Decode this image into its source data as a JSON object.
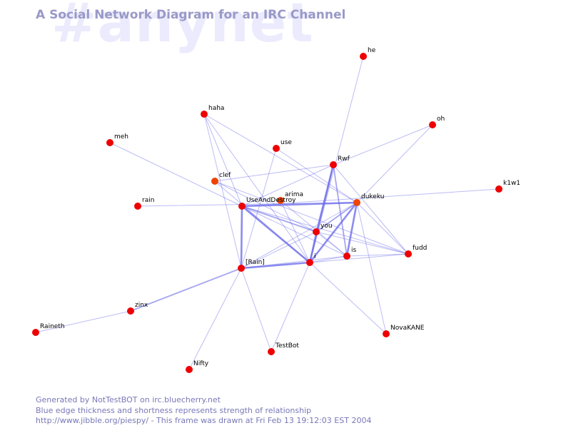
{
  "channel_name": "#anynet",
  "title": "A Social Network Diagram for an IRC Channel",
  "footer": {
    "line1": "Generated by NotTestBOT on irc.bluecherry.net",
    "line2": "Blue edge thickness and shortness represents strength of relationship",
    "line3": "http://www.jibble.org/piespy/ - This frame was drawn at Fri Feb 13 19:12:03 EST 2004"
  },
  "colors": {
    "node": "#ee0000",
    "node_active": "#ee4400",
    "edge": "#6b6bea",
    "title": "#9999c8",
    "watermark": "#ebebfd",
    "footer": "#7878b8"
  },
  "nodes": [
    {
      "id": "he",
      "label": "he"
    },
    {
      "id": "haha",
      "label": "haha"
    },
    {
      "id": "oh",
      "label": "oh"
    },
    {
      "id": "meh",
      "label": "meh"
    },
    {
      "id": "use",
      "label": "use"
    },
    {
      "id": "Rwf",
      "label": "Rwf"
    },
    {
      "id": "clef",
      "label": "clef",
      "active": true
    },
    {
      "id": "arima",
      "label": "arima",
      "active": true
    },
    {
      "id": "k1w1",
      "label": "k1w1"
    },
    {
      "id": "rain",
      "label": "rain"
    },
    {
      "id": "UseAndDestroy",
      "label": "UseAndDestroy"
    },
    {
      "id": "dukeku",
      "label": "dukeku",
      "active": true
    },
    {
      "id": "you",
      "label": "you"
    },
    {
      "id": "fudd",
      "label": "fudd"
    },
    {
      "id": "is",
      "label": "is"
    },
    {
      "id": "Rain",
      "label": "[Rain]"
    },
    {
      "id": "i",
      "label": "i"
    },
    {
      "id": "zinx",
      "label": "zinx"
    },
    {
      "id": "Raineth",
      "label": "Raineth"
    },
    {
      "id": "NovaKANE",
      "label": "NovaKANE"
    },
    {
      "id": "TestBot",
      "label": "TestBot"
    },
    {
      "id": "Nifty",
      "label": "Nifty"
    }
  ],
  "edges": [
    {
      "source": "he",
      "target": "i",
      "weight": 1
    },
    {
      "source": "oh",
      "target": "Rwf",
      "weight": 1
    },
    {
      "source": "oh",
      "target": "dukeku",
      "weight": 1
    },
    {
      "source": "meh",
      "target": "UseAndDestroy",
      "weight": 1
    },
    {
      "source": "haha",
      "target": "UseAndDestroy",
      "weight": 1
    },
    {
      "source": "haha",
      "target": "dukeku",
      "weight": 1
    },
    {
      "source": "haha",
      "target": "i",
      "weight": 1
    },
    {
      "source": "haha",
      "target": "Rain",
      "weight": 1
    },
    {
      "source": "use",
      "target": "Rain",
      "weight": 1
    },
    {
      "source": "use",
      "target": "dukeku",
      "weight": 1
    },
    {
      "source": "clef",
      "target": "Rwf",
      "weight": 1
    },
    {
      "source": "clef",
      "target": "you",
      "weight": 1
    },
    {
      "source": "clef",
      "target": "i",
      "weight": 1
    },
    {
      "source": "clef",
      "target": "fudd",
      "weight": 1
    },
    {
      "source": "Rwf",
      "target": "UseAndDestroy",
      "weight": 1
    },
    {
      "source": "Rwf",
      "target": "i",
      "weight": 3
    },
    {
      "source": "Rwf",
      "target": "is",
      "weight": 2
    },
    {
      "source": "Rwf",
      "target": "fudd",
      "weight": 1
    },
    {
      "source": "Rwf",
      "target": "you",
      "weight": 2
    },
    {
      "source": "k1w1",
      "target": "UseAndDestroy",
      "weight": 1
    },
    {
      "source": "rain",
      "target": "dukeku",
      "weight": 1
    },
    {
      "source": "UseAndDestroy",
      "target": "dukeku",
      "weight": 3
    },
    {
      "source": "UseAndDestroy",
      "target": "Rain",
      "weight": 3
    },
    {
      "source": "UseAndDestroy",
      "target": "i",
      "weight": 3
    },
    {
      "source": "UseAndDestroy",
      "target": "you",
      "weight": 2
    },
    {
      "source": "UseAndDestroy",
      "target": "is",
      "weight": 1
    },
    {
      "source": "UseAndDestroy",
      "target": "fudd",
      "weight": 1
    },
    {
      "source": "arima",
      "target": "i",
      "weight": 1
    },
    {
      "source": "arima",
      "target": "is",
      "weight": 1
    },
    {
      "source": "dukeku",
      "target": "Rain",
      "weight": 1
    },
    {
      "source": "dukeku",
      "target": "i",
      "weight": 3
    },
    {
      "source": "dukeku",
      "target": "you",
      "weight": 2
    },
    {
      "source": "dukeku",
      "target": "is",
      "weight": 3
    },
    {
      "source": "dukeku",
      "target": "NovaKANE",
      "weight": 1
    },
    {
      "source": "dukeku",
      "target": "fudd",
      "weight": 1
    },
    {
      "source": "you",
      "target": "Rain",
      "weight": 1
    },
    {
      "source": "you",
      "target": "i",
      "weight": 2
    },
    {
      "source": "you",
      "target": "fudd",
      "weight": 1
    },
    {
      "source": "you",
      "target": "is",
      "weight": 1
    },
    {
      "source": "Rain",
      "target": "i",
      "weight": 3
    },
    {
      "source": "Rain",
      "target": "is",
      "weight": 1
    },
    {
      "source": "Rain",
      "target": "zinx",
      "weight": 2
    },
    {
      "source": "Rain",
      "target": "Nifty",
      "weight": 1
    },
    {
      "source": "Rain",
      "target": "TestBot",
      "weight": 1
    },
    {
      "source": "i",
      "target": "NovaKANE",
      "weight": 1
    },
    {
      "source": "i",
      "target": "TestBot",
      "weight": 1
    },
    {
      "source": "i",
      "target": "is",
      "weight": 1
    },
    {
      "source": "i",
      "target": "fudd",
      "weight": 1
    },
    {
      "source": "is",
      "target": "fudd",
      "weight": 1
    },
    {
      "source": "zinx",
      "target": "Raineth",
      "weight": 1
    }
  ]
}
